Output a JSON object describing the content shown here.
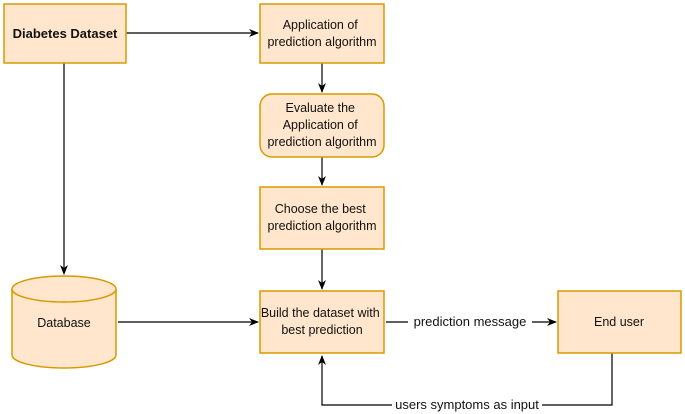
{
  "colors": {
    "node_fill": "#ffe6cc",
    "node_stroke": "#d79b00",
    "edge": "#000000",
    "text": "#111111"
  },
  "nodes": {
    "diabetes_dataset": "Diabetes Dataset",
    "application": [
      "Application of",
      "prediction algorithm"
    ],
    "evaluate": [
      "Evaluate the",
      "Application of",
      "prediction algorithm"
    ],
    "choose": [
      "Choose the best",
      "prediction algorithm"
    ],
    "build": [
      "Build the dataset with",
      "best prediction"
    ],
    "database": "Database",
    "end_user": "End user"
  },
  "edges": {
    "prediction_message": "prediction message",
    "users_symptoms": "users symptoms as input"
  }
}
